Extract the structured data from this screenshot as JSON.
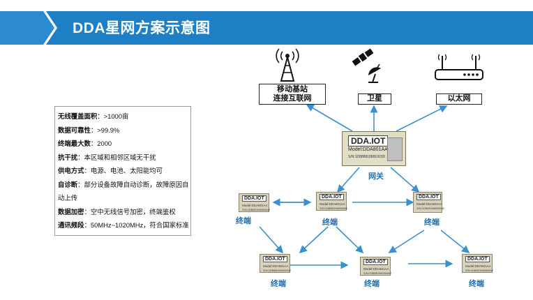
{
  "header": {
    "title": "DDA星网方案示意图"
  },
  "specs": [
    {
      "key": "无线覆盖面积",
      "value": "：>1000亩"
    },
    {
      "key": "数据可靠性",
      "value": "：>99.9%"
    },
    {
      "key": "终端最大数",
      "value": "：2000"
    },
    {
      "key": "抗干扰",
      "value": "：本区域和相邻区域无干扰"
    },
    {
      "key": "供电方式",
      "value": "：电源、电池、太阳能均可"
    },
    {
      "key": "自诊断",
      "value": "：部分设备故障自动诊断，故障原因自动上传"
    },
    {
      "key": "数据加密",
      "value": "：空中无线信号加密，终端鉴权"
    },
    {
      "key": "通讯频段",
      "value": "：50MHz~1020MHz，符合国家标准"
    }
  ],
  "uplinks": {
    "base_station": "移动基站\n连接互联网",
    "satellite": "卫星",
    "ethernet": "以太网"
  },
  "gateway": {
    "brand": "DDA.IOT",
    "model": "Model:DDA801AA",
    "sn": "S/N:1D888818881003D",
    "label": "网关"
  },
  "terminal": {
    "brand": "DDA.IOT",
    "model": "Model:DDA601AA",
    "sn": "S/N:1DB85196000842",
    "label": "终端"
  },
  "colors": {
    "banner": "#1f7fc4",
    "accent": "#1e6fb8",
    "arrow": "#3a8fd0"
  },
  "icons": [
    "radio-tower-icon",
    "satellite-icon",
    "router-icon"
  ]
}
